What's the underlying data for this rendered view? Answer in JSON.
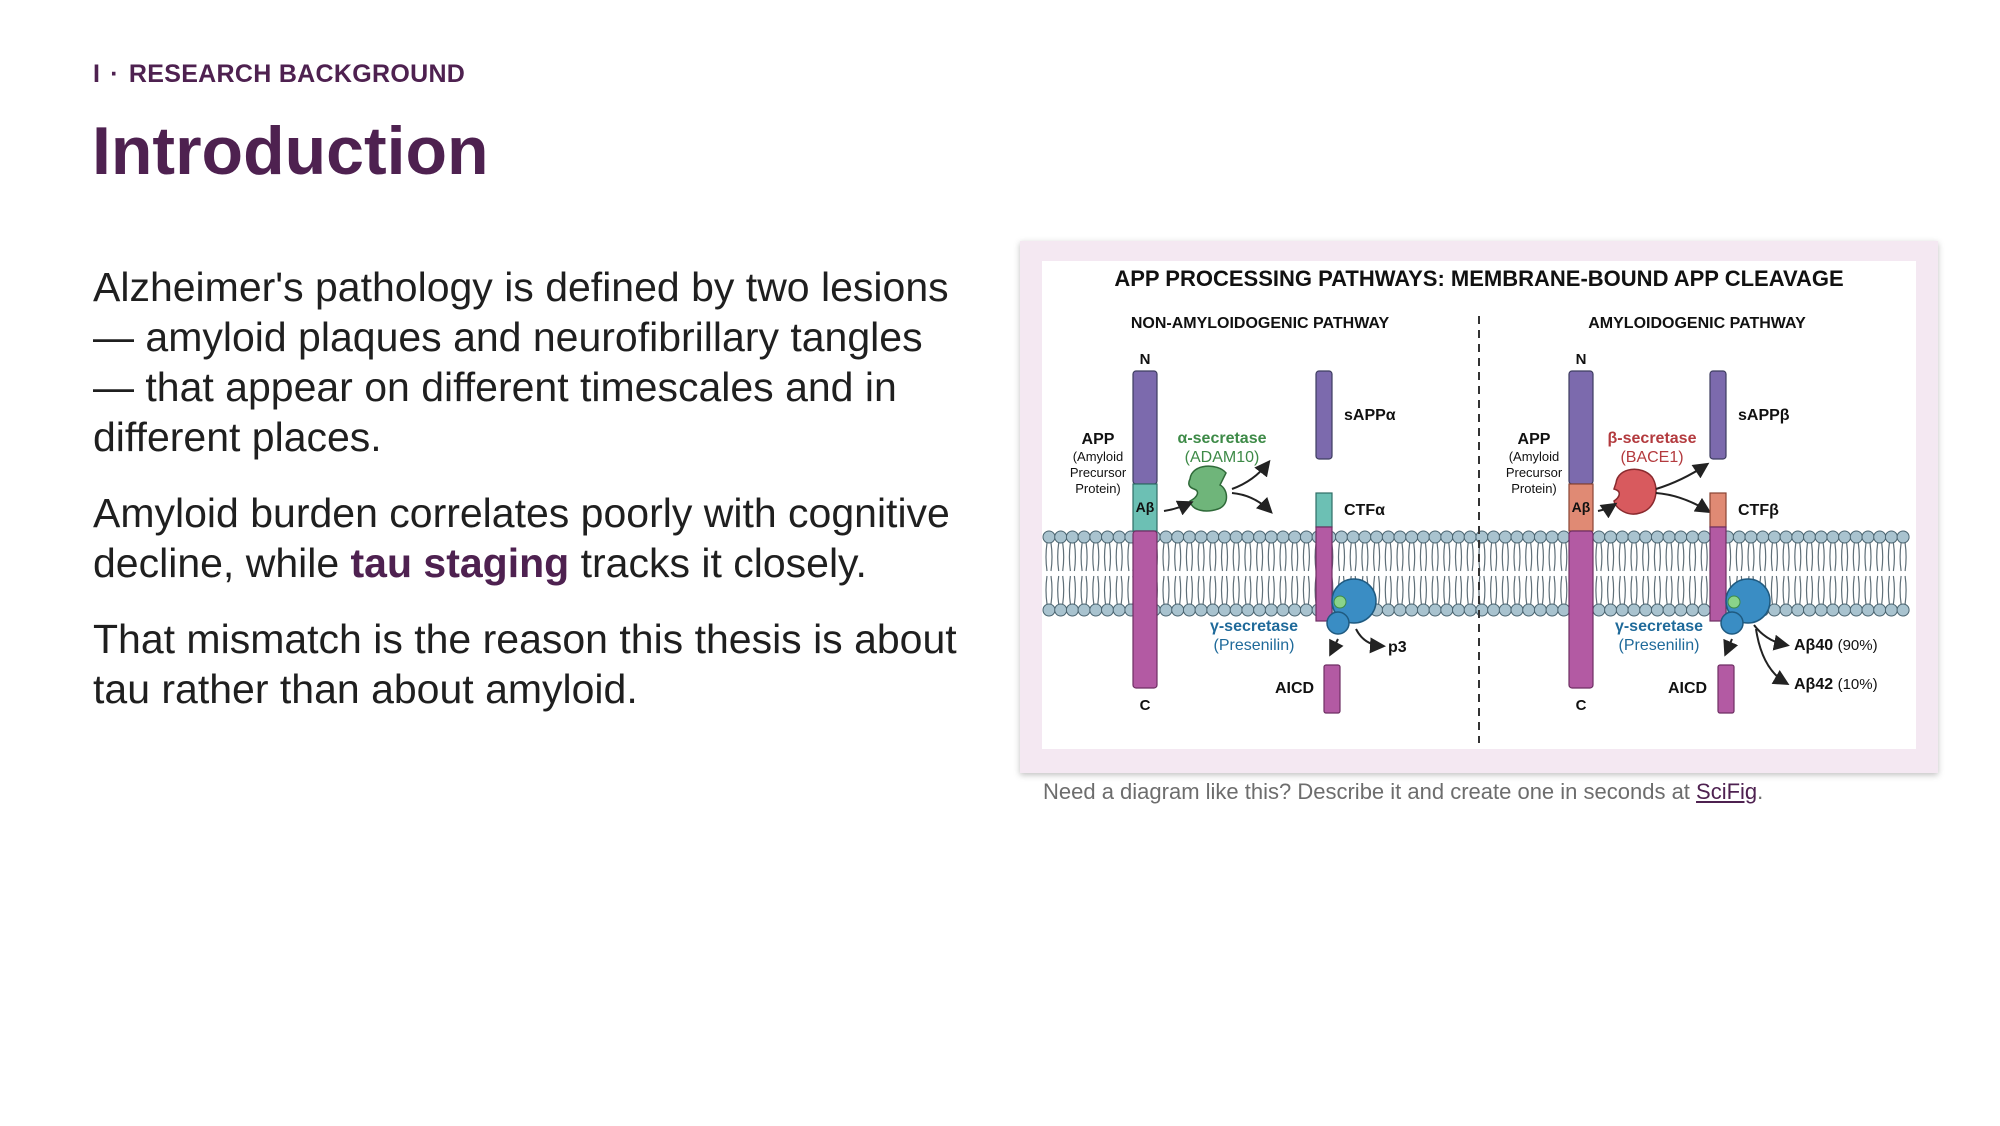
{
  "header": {
    "section_number": "I",
    "separator": "·",
    "kicker": "RESEARCH BACKGROUND",
    "title": "Introduction"
  },
  "body": {
    "paragraph1": "Alzheimer's pathology is defined by two lesions — amyloid plaques and neurofibrillary tangles — that appear on different timescales and in different places.",
    "paragraph2_before": "Amyloid burden correlates poorly with cognitive decline, while ",
    "paragraph2_emphasis": "tau staging",
    "paragraph2_after": " tracks it closely.",
    "paragraph3": "That mismatch is the reason this thesis is about tau rather than about amyloid."
  },
  "figure": {
    "title": "APP PROCESSING PATHWAYS: MEMBRANE-BOUND APP CLEAVAGE",
    "left_panel": {
      "heading": "NON-AMYLOIDOGENIC PATHWAY",
      "n_label": "N",
      "c_label": "C",
      "app_label": "APP",
      "app_full_1": "(Amyloid",
      "app_full_2": "Precursor",
      "app_full_3": "Protein)",
      "abeta_label": "Aβ",
      "secretase_label": "α-secretase",
      "secretase_name": "(ADAM10)",
      "soluble_fragment": "sAPPα",
      "ctf_label": "CTFα",
      "gamma_label": "γ-secretase",
      "gamma_name": "(Presenilin)",
      "product": "p3",
      "aicd_label": "AICD"
    },
    "right_panel": {
      "heading": "AMYLOIDOGENIC PATHWAY",
      "n_label": "N",
      "c_label": "C",
      "app_label": "APP",
      "app_full_1": "(Amyloid",
      "app_full_2": "Precursor",
      "app_full_3": "Protein)",
      "abeta_label": "Aβ",
      "secretase_label": "β-secretase",
      "secretase_name": "(BACE1)",
      "soluble_fragment": "sAPPβ",
      "ctf_label": "CTFβ",
      "gamma_label": "γ-secretase",
      "gamma_name": "(Presenilin)",
      "product1": "Aβ40",
      "product1_pct": "(90%)",
      "product2": "Aβ42",
      "product2_pct": "(10%)",
      "aicd_label": "AICD"
    },
    "colors": {
      "n_terminal": "#7c6aad",
      "c_terminal": "#b35aa3",
      "abeta_alpha": "#6cc0b4",
      "abeta_beta": "#e08a74",
      "alpha_secretase": "#6fb57a",
      "beta_secretase": "#d85a5e",
      "gamma_secretase": "#3a8dc4",
      "membrane_head": "#a9c3cf",
      "membrane_tail": "#5f6f78"
    }
  },
  "caption": {
    "text_before_link": "Need a diagram like this? Describe it and create one in seconds at ",
    "link_text": "SciFig",
    "text_after_link": "."
  }
}
